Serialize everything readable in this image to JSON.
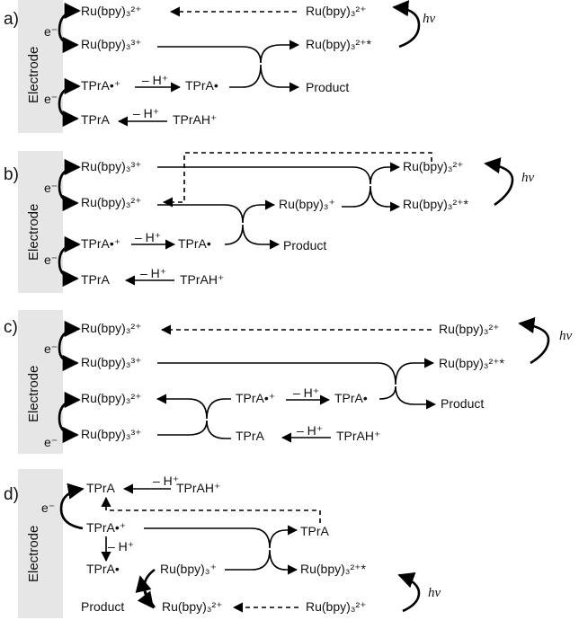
{
  "colors": {
    "electrode_fill": "#e6e6e6",
    "ink": "#000000"
  },
  "panels": [
    {
      "letter": "a)",
      "electrode": "Electrode",
      "e1": "e⁻",
      "e2": "e⁻",
      "ru2": "Ru(bpy)₃²⁺",
      "ru3": "Ru(bpy)₃³⁺",
      "ru2_right": "Ru(bpy)₃²⁺",
      "ru_excited": "Ru(bpy)₃²⁺*",
      "hv": "hν",
      "tpra_rad_cat": "TPrA•⁺",
      "minus_h": "– H⁺",
      "tpra_rad": "TPrA•",
      "product": "Product",
      "tpra": "TPrA",
      "minus_h2": "– H⁺",
      "tprah": "TPrAH⁺"
    },
    {
      "letter": "b)",
      "electrode": "Electrode",
      "e1": "e⁻",
      "e2": "e⁻",
      "ru3": "Ru(bpy)₃³⁺",
      "ru2": "Ru(bpy)₃²⁺",
      "ru_plus": "Ru(bpy)₃⁺",
      "ru2_right": "Ru(bpy)₃²⁺",
      "ru_excited": "Ru(bpy)₃²⁺*",
      "hv": "hν",
      "tpra_rad_cat": "TPrA•⁺",
      "minus_h": "– H⁺",
      "tpra_rad": "TPrA•",
      "product": "Product",
      "tpra": "TPrA",
      "minus_h2": "– H⁺",
      "tprah": "TPrAH⁺"
    },
    {
      "letter": "c)",
      "electrode": "Electrode",
      "e1": "e⁻",
      "e2": "e⁻",
      "ru2": "Ru(bpy)₃²⁺",
      "ru3": "Ru(bpy)₃³⁺",
      "ru2_right": "Ru(bpy)₃²⁺",
      "ru_excited": "Ru(bpy)₃²⁺*",
      "hv": "hν",
      "ru2_low": "Ru(bpy)₃²⁺",
      "ru3_low": "Ru(bpy)₃³⁺",
      "tpra_rad_cat": "TPrA•⁺",
      "minus_h": "– H⁺",
      "tpra_rad": "TPrA•",
      "product": "Product",
      "tpra": "TPrA",
      "minus_h2": "– H⁺",
      "tprah": "TPrAH⁺"
    },
    {
      "letter": "d)",
      "electrode": "Electrode",
      "e1": "e⁻",
      "tpra": "TPrA",
      "minus_h": "– H⁺",
      "tprah": "TPrAH⁺",
      "tpra_rad_cat": "TPrA•⁺",
      "tpra_right": "TPrA",
      "minus_h2": "– H⁺",
      "tpra_rad": "TPrA•",
      "ru_plus": "Ru(bpy)₃⁺",
      "ru_excited": "Ru(bpy)₃²⁺*",
      "product": "Product",
      "ru2": "Ru(bpy)₃²⁺",
      "ru2_right": "Ru(bpy)₃²⁺",
      "hv": "hν"
    }
  ]
}
